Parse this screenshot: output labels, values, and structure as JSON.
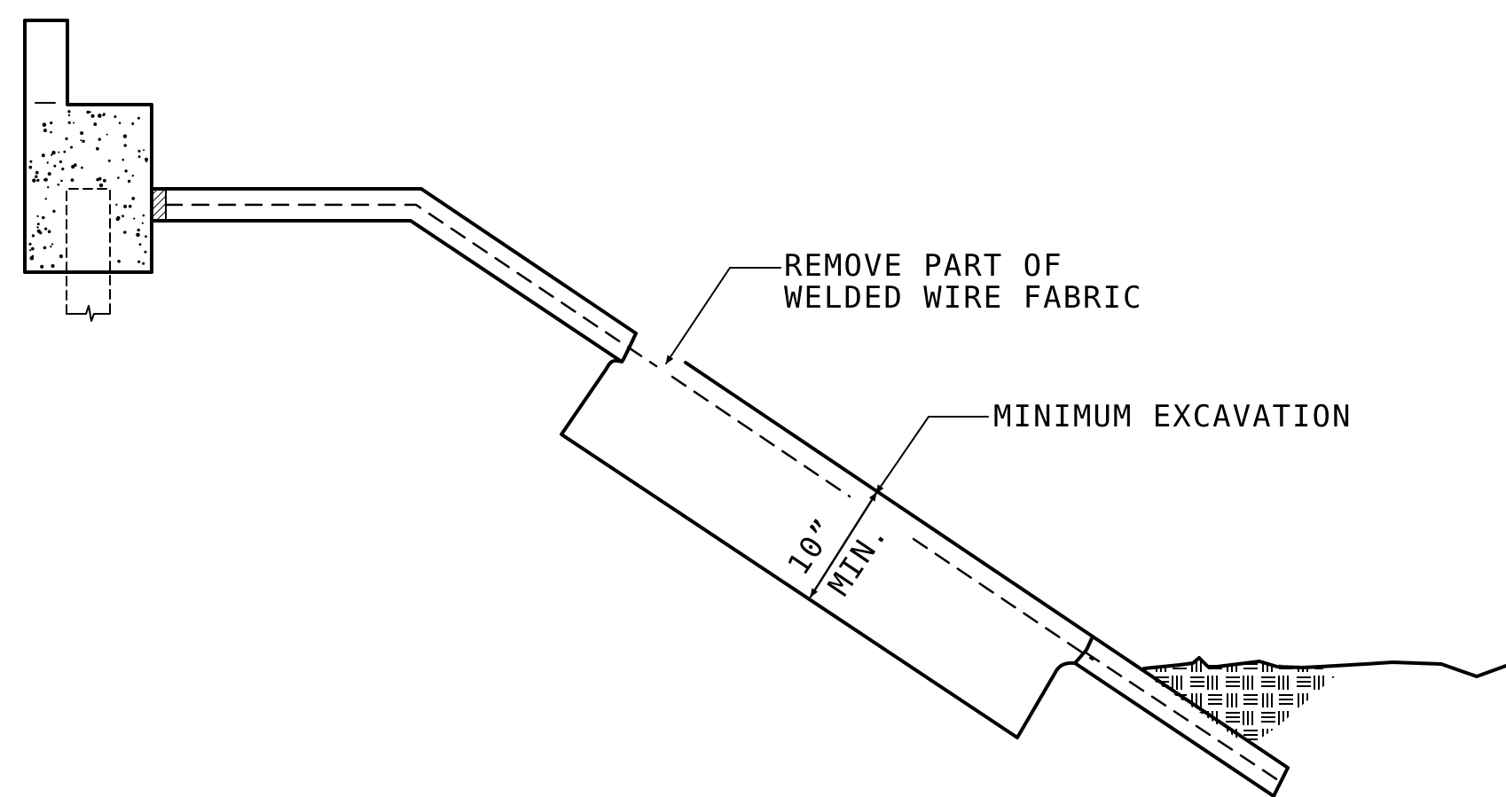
{
  "labels": {
    "remove_line1": "REMOVE PART OF",
    "remove_line2": "WELDED WIRE FABRIC",
    "min_excavation": "MINIMUM EXCAVATION",
    "dim_value": "10”",
    "dim_suffix": "MIN."
  },
  "colors": {
    "ink": "#000000",
    "paper": "#ffffff"
  }
}
